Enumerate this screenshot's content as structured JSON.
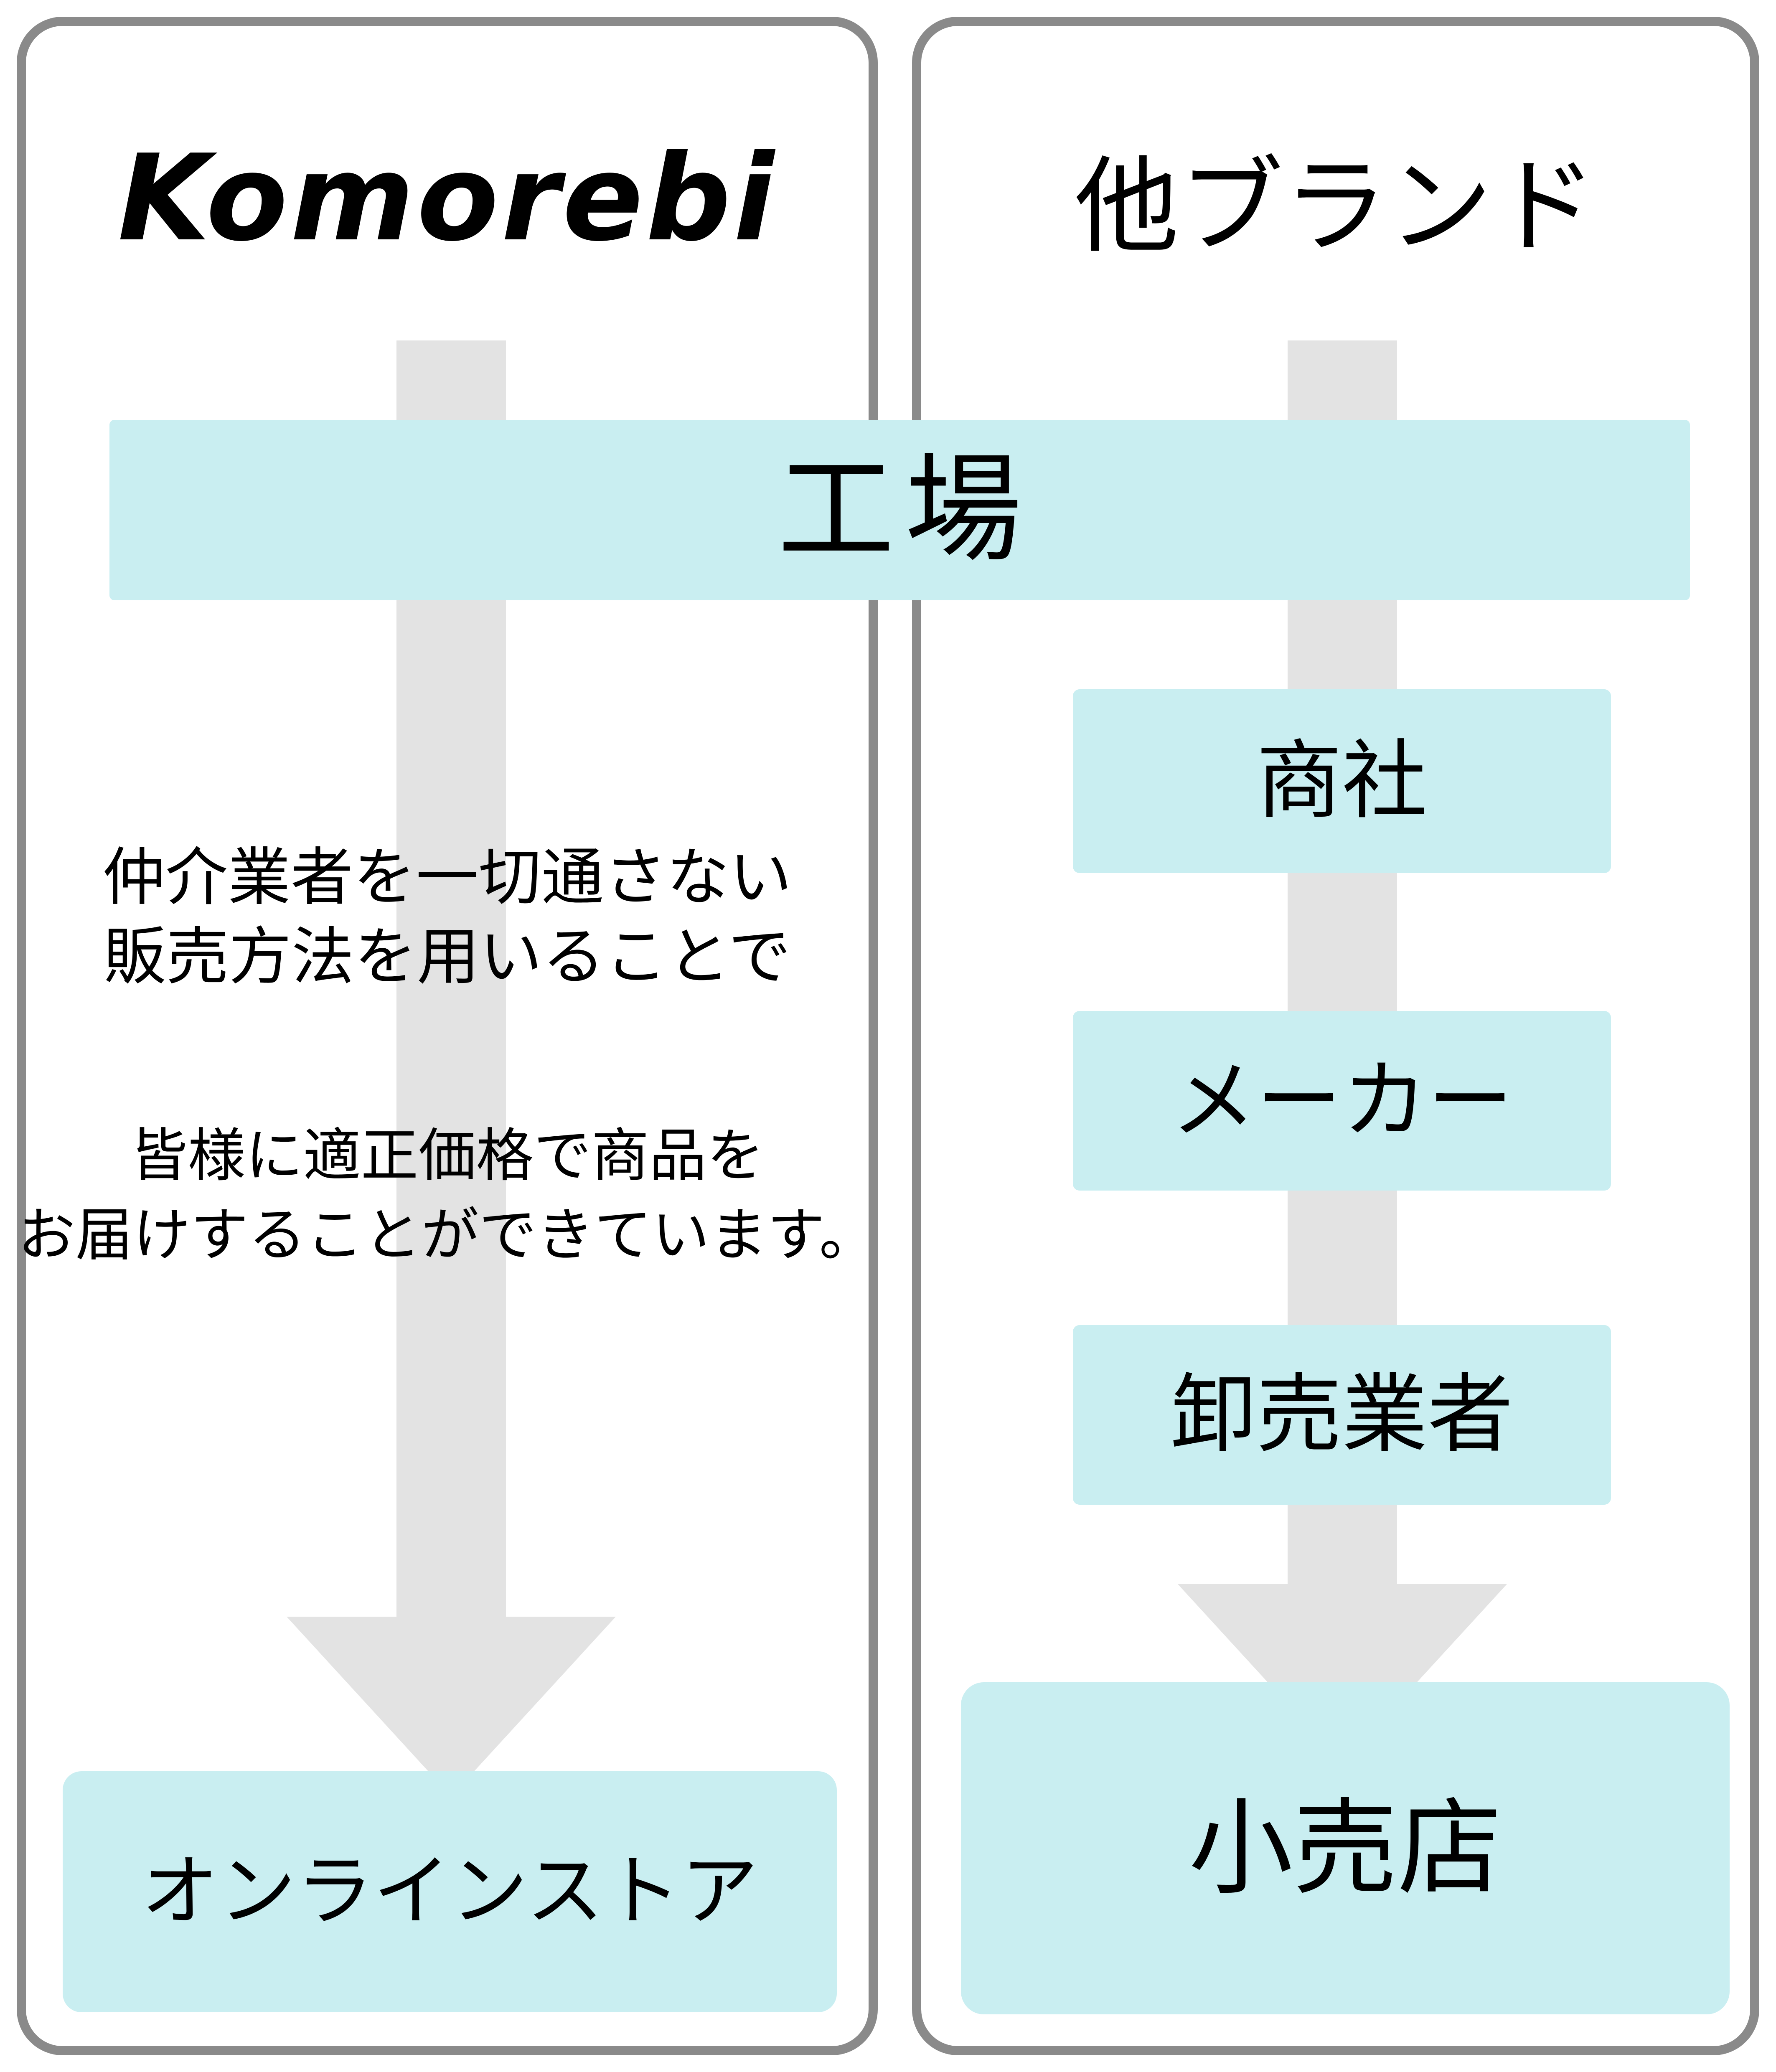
{
  "diagram": {
    "source_label": "工場",
    "left": {
      "brand": "Komorebi",
      "description_block1": {
        "line1": "仲介業者を一切通さない",
        "line2": "販売方法を用いることで"
      },
      "description_block2": {
        "line1": "皆様に適正価格で商品を",
        "line2": "お届けすることができています。"
      },
      "destination": "オンラインストア"
    },
    "right": {
      "title": "他ブランド",
      "steps": [
        "商社",
        "メーカー",
        "卸売業者"
      ],
      "destination": "小売店"
    }
  },
  "colors": {
    "accent_fill": "#c9eef1",
    "arrow_gray": "#e3e3e3",
    "panel_border": "#8a8a8a",
    "text": "#000000",
    "background": "#ffffff"
  }
}
